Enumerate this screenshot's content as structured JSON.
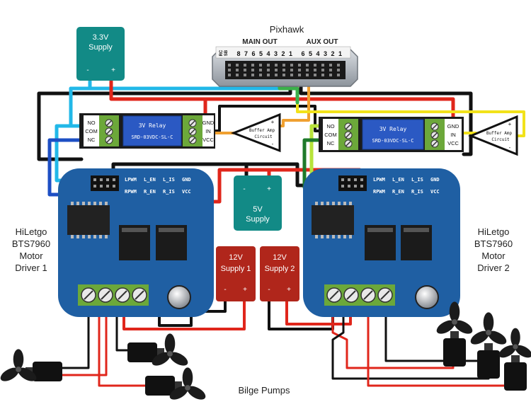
{
  "colors": {
    "driver_blue": "#1f5fa3",
    "supply_teal": "#128a86",
    "supply_red": "#b0261b",
    "relay_blue": "#2b59c3",
    "terminal_green": "#6ca83a",
    "wire_black": "#111111",
    "wire_red": "#e0261b",
    "wire_blue": "#1d4fc4",
    "wire_cyan": "#22b8e8",
    "wire_green": "#3bb04a",
    "wire_orange": "#f0a030",
    "wire_yellow": "#f2e21a",
    "wire_lime": "#b7e33a"
  },
  "pixhawk": {
    "title": "Pixhawk",
    "main_out": "MAIN OUT",
    "aux_out": "AUX OUT",
    "side_labels": [
      "RC",
      "SB"
    ],
    "main_pins": [
      "8",
      "7",
      "6",
      "5",
      "4",
      "3",
      "2",
      "1"
    ],
    "aux_pins": [
      "6",
      "5",
      "4",
      "3",
      "2",
      "1"
    ]
  },
  "supply_33v": {
    "line1": "3.3V",
    "line2": "Supply",
    "minus": "-",
    "plus": "+"
  },
  "supply_5v": {
    "line1": "5V",
    "line2": "Supply",
    "minus": "-",
    "plus": "+"
  },
  "supply_12v_1": {
    "line1": "12V",
    "line2": "Supply 1",
    "minus": "-",
    "plus": "+"
  },
  "supply_12v_2": {
    "line1": "12V",
    "line2": "Supply 2",
    "minus": "-",
    "plus": "+"
  },
  "relay": {
    "title": "3V Relay",
    "model": "SRD-03VDC-SL-C",
    "left_pins": [
      "NO",
      "COM",
      "NC"
    ],
    "right_pins": [
      "GND",
      "IN",
      "VCC"
    ]
  },
  "buffer": {
    "line1": "Buffer Amp",
    "line2": "Circuit",
    "plus": "+",
    "minus": "-"
  },
  "driver": {
    "pins_row1": [
      "LPWM",
      "L_EN",
      "L_IS",
      "GND"
    ],
    "pins_row2": [
      "RPWM",
      "R_EN",
      "R_IS",
      "VCC"
    ]
  },
  "driver1_label": {
    "line1": "HiLetgo",
    "line2": "BTS7960",
    "line3": "Motor",
    "line4": "Driver 1"
  },
  "driver2_label": {
    "line1": "HiLetgo",
    "line2": "BTS7960",
    "line3": "Motor",
    "line4": "Driver 2"
  },
  "bilge_label": "Bilge Pumps",
  "icons": [
    "pump-icon",
    "propeller-icon",
    "screw-terminal-icon",
    "heatsink-chip-icon",
    "capacitor-icon"
  ]
}
